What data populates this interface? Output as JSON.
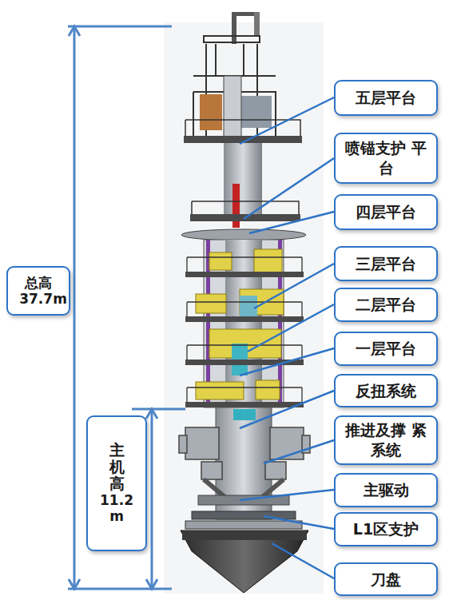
{
  "diagram": {
    "nodes": [
      {
        "text": [
          "五层平台"
        ]
      },
      {
        "text": [
          "喷锚支护 平台"
        ]
      },
      {
        "text": [
          "四层平台"
        ]
      },
      {
        "text": [
          "三层平台"
        ]
      },
      {
        "text": [
          "二层平台"
        ]
      },
      {
        "text": [
          "一层平台"
        ]
      },
      {
        "text": [
          "反扭系统"
        ]
      },
      {
        "text": [
          "推进及撑 紧系统"
        ]
      },
      {
        "text": [
          "主驱动"
        ]
      },
      {
        "text": [
          "L1区支护"
        ]
      },
      {
        "text": [
          "刀盘"
        ]
      },
      {
        "text": [
          "总高 37.7m"
        ]
      },
      {
        "text": [
          "主机高",
          "11.2 m"
        ]
      }
    ]
  }
}
